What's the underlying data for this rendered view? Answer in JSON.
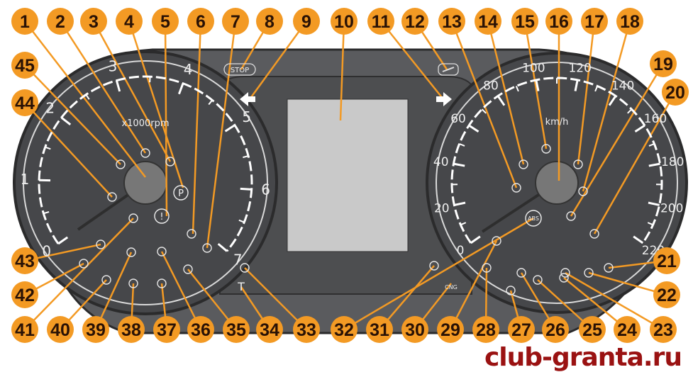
{
  "tachometer": {
    "unit_label": "x1000rpm",
    "scale": [
      "0",
      "1",
      "2",
      "3",
      "4",
      "5",
      "6",
      "7"
    ]
  },
  "speedometer": {
    "unit_label": "km/h",
    "scale": [
      "0",
      "20",
      "40",
      "60",
      "80",
      "100",
      "120",
      "140",
      "160",
      "180",
      "200",
      "220"
    ]
  },
  "indicators": {
    "stop": "STOP",
    "abs": "ABS",
    "cng": "CNG",
    "trip": "T",
    "parking": "P",
    "brake": "!"
  },
  "callouts": [
    "1",
    "2",
    "3",
    "4",
    "5",
    "6",
    "7",
    "8",
    "9",
    "10",
    "11",
    "12",
    "13",
    "14",
    "15",
    "16",
    "17",
    "18",
    "19",
    "20",
    "21",
    "22",
    "23",
    "24",
    "25",
    "26",
    "27",
    "28",
    "29",
    "30",
    "31",
    "32",
    "33",
    "34",
    "35",
    "36",
    "37",
    "38",
    "39",
    "40",
    "41",
    "42",
    "43",
    "44",
    "45"
  ],
  "colors": {
    "callout": "#f39a24",
    "cluster": "#4a4b4d",
    "screen": "#c9c9c9",
    "watermark": "#9a1212"
  },
  "watermark": "club-granta.ru"
}
